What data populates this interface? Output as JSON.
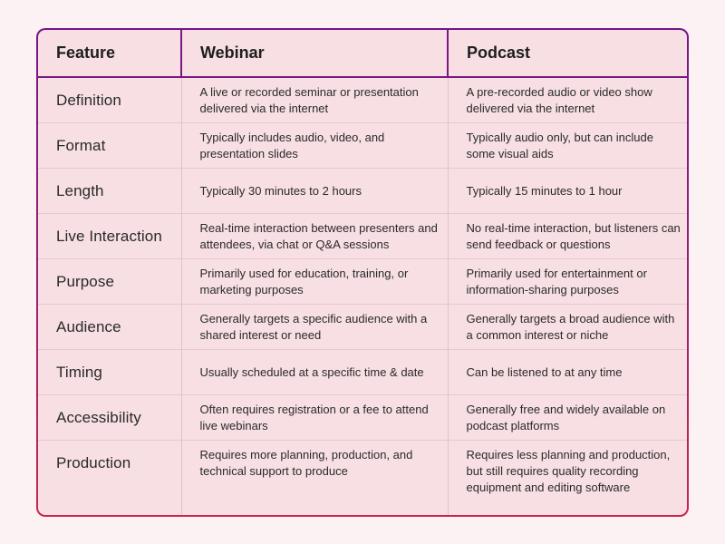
{
  "headers": [
    "Feature",
    "Webinar",
    "Podcast"
  ],
  "rows": [
    {
      "feature": "Definition",
      "webinar": "A live or recorded seminar or presentation delivered via the internet",
      "podcast": "A pre-recorded audio or video show delivered via the internet"
    },
    {
      "feature": "Format",
      "webinar": "Typically includes audio, video, and presentation slides",
      "podcast": "Typically audio only, but can include some visual aids"
    },
    {
      "feature": "Length",
      "webinar": "Typically 30 minutes to 2 hours",
      "podcast": "Typically 15 minutes to 1 hour"
    },
    {
      "feature": "Live Interaction",
      "webinar": "Real-time interaction between presenters and attendees, via chat or Q&A sessions",
      "podcast": "No real-time interaction, but listeners can send feedback or questions"
    },
    {
      "feature": "Purpose",
      "webinar": "Primarily used for education, training, or marketing purposes",
      "podcast": "Primarily used for entertainment or information-sharing purposes"
    },
    {
      "feature": "Audience",
      "webinar": "Generally targets a specific audience with a shared interest or need",
      "podcast": "Generally targets a broad audience with a common interest or niche"
    },
    {
      "feature": "Timing",
      "webinar": "Usually scheduled at a specific time & date",
      "podcast": "Can be listened to at any time"
    },
    {
      "feature": "Accessibility",
      "webinar": "Often requires registration or a fee to attend live webinars",
      "podcast": "Generally free and widely available on podcast platforms"
    },
    {
      "feature": "Production",
      "webinar": "Requires more planning, production, and technical support to produce",
      "podcast": "Requires less planning and production, but still requires quality recording equipment and editing software"
    }
  ],
  "colors": {
    "page_background": "#fcf1f3",
    "table_background": "#f7dfe4",
    "border_top": "#731689",
    "border_bottom": "#c8274a",
    "header_divider": "#7b1780"
  }
}
